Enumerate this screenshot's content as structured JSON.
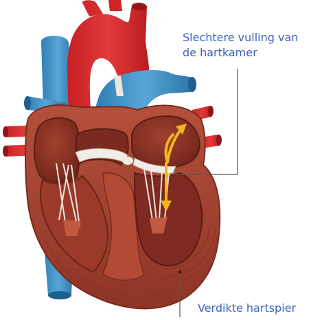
{
  "labels": {
    "filling_line1": "Slechtere vulling van",
    "filling_line2": "de hartkamer",
    "thickened_muscle": "Verdikte hartspier"
  },
  "colors": {
    "label_text": "#3b62b8",
    "leader_line": "#555555",
    "artery_red": "#d6262b",
    "vein_blue": "#3f8fc2",
    "muscle": "#a64332",
    "muscle_dark": "#7e2a20",
    "chamber": "#8a3325",
    "valve": "#f2ece6",
    "arrow": "#f2b51f"
  }
}
